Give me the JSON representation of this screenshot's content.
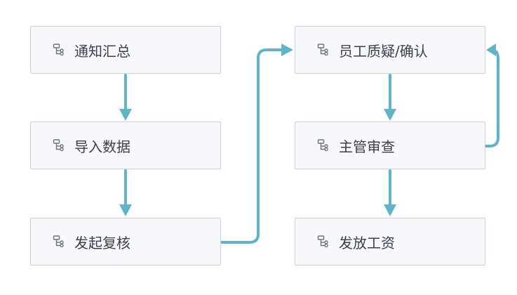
{
  "nodes": {
    "n1": {
      "label": "通知汇总",
      "icon": "process-icon"
    },
    "n2": {
      "label": "导入数据",
      "icon": "process-icon"
    },
    "n3": {
      "label": "发起复核",
      "icon": "process-icon"
    },
    "n4": {
      "label": "员工质疑/确认",
      "icon": "process-icon"
    },
    "n5": {
      "label": "主管审查",
      "icon": "process-icon"
    },
    "n6": {
      "label": "发放工资",
      "icon": "process-icon"
    }
  },
  "edges": [
    {
      "from": "通知汇总",
      "to": "导入数据"
    },
    {
      "from": "导入数据",
      "to": "发起复核"
    },
    {
      "from": "发起复核",
      "to": "员工质疑/确认"
    },
    {
      "from": "员工质疑/确认",
      "to": "主管审查"
    },
    {
      "from": "主管审查",
      "to": "员工质疑/确认"
    },
    {
      "from": "主管审查",
      "to": "发放工资"
    }
  ],
  "colors": {
    "connector": "#5fb4c9",
    "node_border": "#cdd0d6",
    "node_fill": "#f7f8fb",
    "text": "#3a3f4a"
  }
}
